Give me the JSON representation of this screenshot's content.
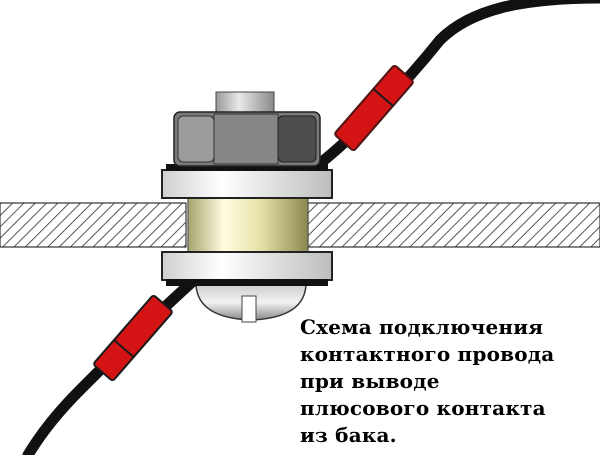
{
  "caption": {
    "lines": [
      "Схема подключения",
      "контактного провода",
      "при выводе",
      "плюсового контакта",
      "из бака."
    ]
  },
  "colors": {
    "wire": "#111111",
    "insulation": "#d41414",
    "bushing": "#e8e4b0",
    "washer": "#eeeeee",
    "nut": "#8a8a8a",
    "panel_hatch": "#555555"
  }
}
